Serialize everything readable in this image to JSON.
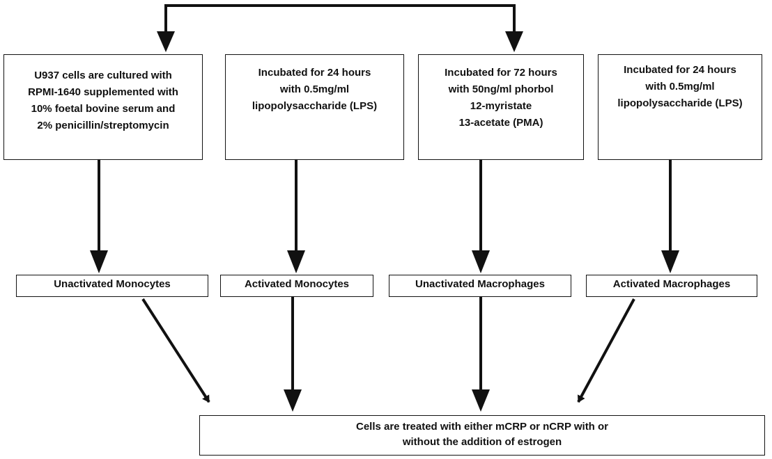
{
  "colors": {
    "stroke": "#111111",
    "background": "#ffffff",
    "text": "#111111"
  },
  "steps": [
    {
      "lines": [
        "U937 cells are cultured with",
        "RPMI-1640 supplemented with",
        "10% foetal bovine serum and",
        "2% penicillin/streptomycin"
      ]
    },
    {
      "lines": [
        "Incubated for 24 hours",
        "with 0.5mg/ml",
        "lipopolysaccharide (LPS)"
      ]
    },
    {
      "lines": [
        "Incubated for 72 hours",
        "with 50ng/ml phorbol",
        "12-myristate",
        "13-acetate (PMA)"
      ]
    },
    {
      "lines": [
        "Incubated for 24 hours",
        "with 0.5mg/ml",
        "lipopolysaccharide (LPS)"
      ]
    }
  ],
  "cell_types": [
    "Unactivated Monocytes",
    "Activated Monocytes",
    "Unactivated Macrophages",
    "Activated Macrophages"
  ],
  "final": {
    "lines": [
      "Cells are treated with either mCRP or nCRP with or",
      "without the addition of estrogen"
    ]
  }
}
